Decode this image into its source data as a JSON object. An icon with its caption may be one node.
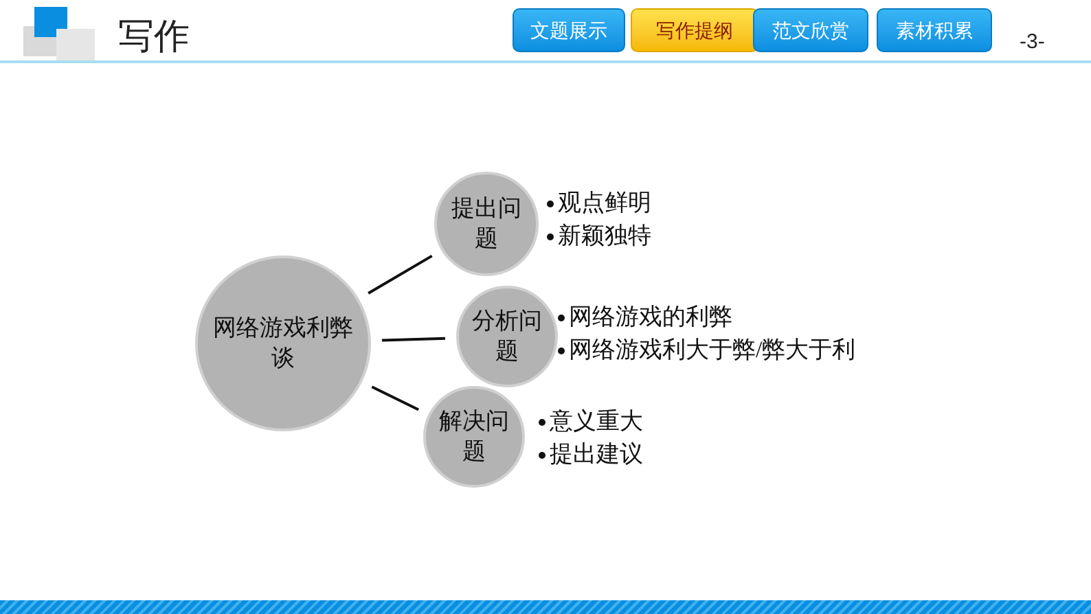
{
  "diagram": {
    "title": "写作",
    "nodes": [
      {
        "text": [
          "网络游戏利弊谈"
        ]
      },
      {
        "text": [
          "提出问题"
        ],
        "beside": [
          "观点鲜明",
          "新颖独特"
        ]
      },
      {
        "text": [
          "分析问题"
        ],
        "beside": [
          "网络游戏的利弊",
          "网络游戏利大于弊/弊大于利"
        ]
      },
      {
        "text": [
          "解决问题"
        ],
        "beside": [
          "意义重大",
          "提出建议"
        ]
      }
    ],
    "edges": [
      {
        "from": 0,
        "to": 1,
        "arrow": "none"
      },
      {
        "from": 0,
        "to": 2,
        "arrow": "none"
      },
      {
        "from": 0,
        "to": 3,
        "arrow": "none"
      }
    ],
    "labels": [
      "文题展示",
      "写作提纲",
      "范文欣赏",
      "素材积累",
      "-3-"
    ]
  }
}
